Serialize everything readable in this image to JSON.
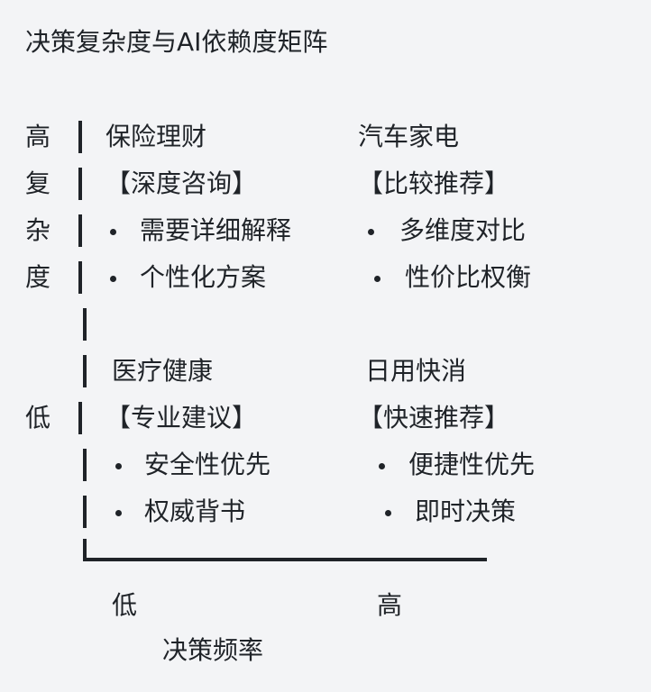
{
  "title": "决策复杂度与AI依赖度矩阵",
  "y_axis": {
    "high": "高",
    "label_chars": [
      "复",
      "杂",
      "度"
    ],
    "low": "低"
  },
  "x_axis": {
    "low": "低",
    "high": "高",
    "label": "决策频率"
  },
  "quadrants": {
    "top_left": {
      "name": "保险理财",
      "tag": "【深度咨询】",
      "points": [
        "需要详细解释",
        "个性化方案"
      ]
    },
    "top_right": {
      "name": "汽车家电",
      "tag": "【比较推荐】",
      "points": [
        "多维度对比",
        "性价比权衡"
      ]
    },
    "bottom_left": {
      "name": "医疗健康",
      "tag": "【专业建议】",
      "points": [
        "安全性优先",
        "权威背书"
      ]
    },
    "bottom_right": {
      "name": "日用快消",
      "tag": "【快速推荐】",
      "points": [
        "便捷性优先",
        "即时决策"
      ]
    }
  },
  "colors": {
    "text": "#1f2328",
    "background": "#f3f4f6"
  }
}
